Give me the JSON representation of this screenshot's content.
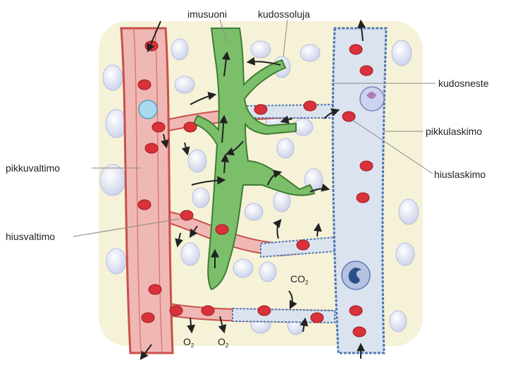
{
  "labels": {
    "lymph_vessel": "imusuoni",
    "tissue_cells": "kudossoluja",
    "tissue_fluid": "kudosneste",
    "venule": "pikkulaskimo",
    "small_artery": "pikkuvaltimo",
    "venous_capillary": "hiuslaskimo",
    "arterial_capillary": "hiusvaltimo",
    "oxygen_left": "O",
    "oxygen_right": "O",
    "oxygen_subscript": "2",
    "carbon_dioxide": "CO",
    "carbon_dioxide_subscript": "2"
  },
  "colors": {
    "artery": "#f0b8b4",
    "artery_wall": "#c8504a",
    "vein": "#dbe3ef",
    "vein_wall": "#4f78b4",
    "lymph": "#7bbf6a",
    "lymph_wall": "#3f7d34",
    "tissue_background": "#f6f2d8",
    "tissue_cell": "#e6e9f6",
    "red_blood_cell": "#d9323a",
    "white_blood_cell": "#5a78b8"
  },
  "icons": [
    "flow-arrow-icon",
    "red-blood-cell-icon",
    "white-blood-cell-icon",
    "tissue-cell-icon"
  ]
}
